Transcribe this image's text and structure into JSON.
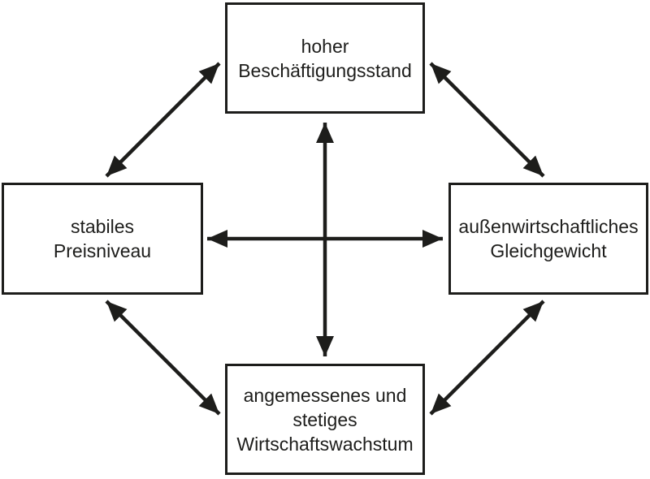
{
  "diagram": {
    "description": "Magic square of economic policy goals",
    "colors": {
      "stroke": "#1d1d1b",
      "background": "#ffffff"
    },
    "nodes": {
      "top": {
        "id": "hoher-beschaeftigungsstand",
        "label": "hoher\nBeschäftigungsstand"
      },
      "left": {
        "id": "stabiles-preisniveau",
        "label": "stabiles\nPreisniveau"
      },
      "right": {
        "id": "aussenwirtschaftliches-gleichgewicht",
        "label": "außenwirtschaftliches\nGleichgewicht"
      },
      "bottom": {
        "id": "angemessenes-wirtschaftswachstum",
        "label": "angemessenes und\nstetiges\nWirtschaftswachstum"
      }
    },
    "edges": [
      {
        "from": "left",
        "to": "top",
        "bidirectional": true
      },
      {
        "from": "top",
        "to": "right",
        "bidirectional": true
      },
      {
        "from": "left",
        "to": "bottom",
        "bidirectional": true
      },
      {
        "from": "bottom",
        "to": "right",
        "bidirectional": true
      },
      {
        "from": "top",
        "to": "bottom",
        "bidirectional": true
      },
      {
        "from": "left",
        "to": "right",
        "bidirectional": true
      }
    ]
  }
}
